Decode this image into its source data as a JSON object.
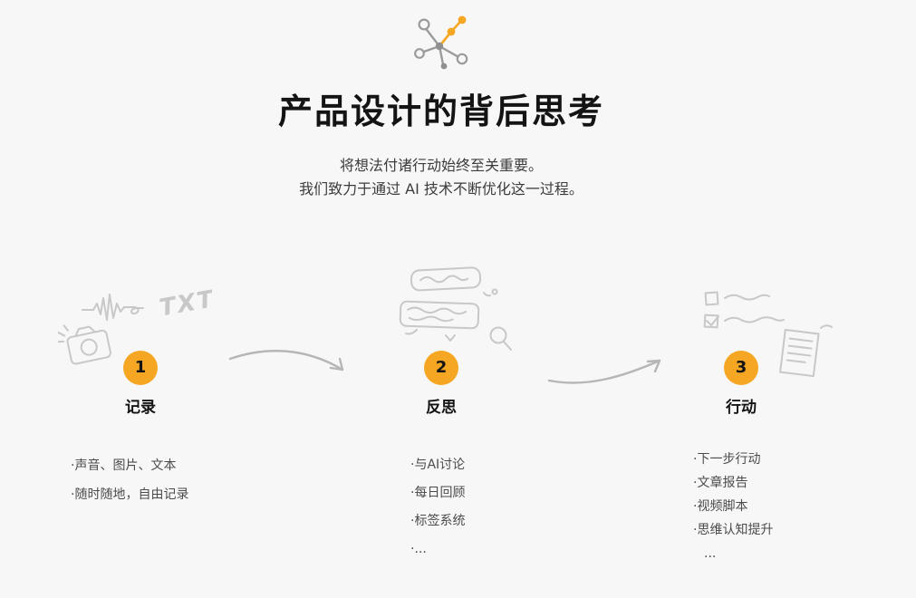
{
  "page": {
    "background_color": "#f7f7f7",
    "accent_color": "#f5a623"
  },
  "header": {
    "title": "产品设计的背后思考",
    "subtitle_line1": "将想法付诸行动始终至关重要。",
    "subtitle_line2": "我们致力于通过 AI 技术不断优化这一过程。"
  },
  "doodles": {
    "txt_label": "TXT"
  },
  "steps": [
    {
      "number": "1",
      "label": "记录",
      "bullets": [
        "·声音、图片、文本",
        "·随时随地，自由记录"
      ]
    },
    {
      "number": "2",
      "label": "反思",
      "bullets": [
        "·与AI讨论",
        "·每日回顾",
        "·标签系统",
        "·..."
      ]
    },
    {
      "number": "3",
      "label": "行动",
      "bullets": [
        "·下一步行动",
        "·文章报告",
        "·视频脚本",
        "·思维认知提升",
        "..."
      ]
    }
  ],
  "icons": {
    "logo": "network-graph-logo",
    "step1": [
      "sound-wave-sketch",
      "txt-label-sketch",
      "camera-sketch"
    ],
    "step2": [
      "chat-bubbles-sketch",
      "magnifier-sketch"
    ],
    "step3": [
      "checklist-sketch",
      "document-sketch"
    ],
    "connectors": [
      "hand-drawn-arrow",
      "hand-drawn-arrow"
    ]
  }
}
